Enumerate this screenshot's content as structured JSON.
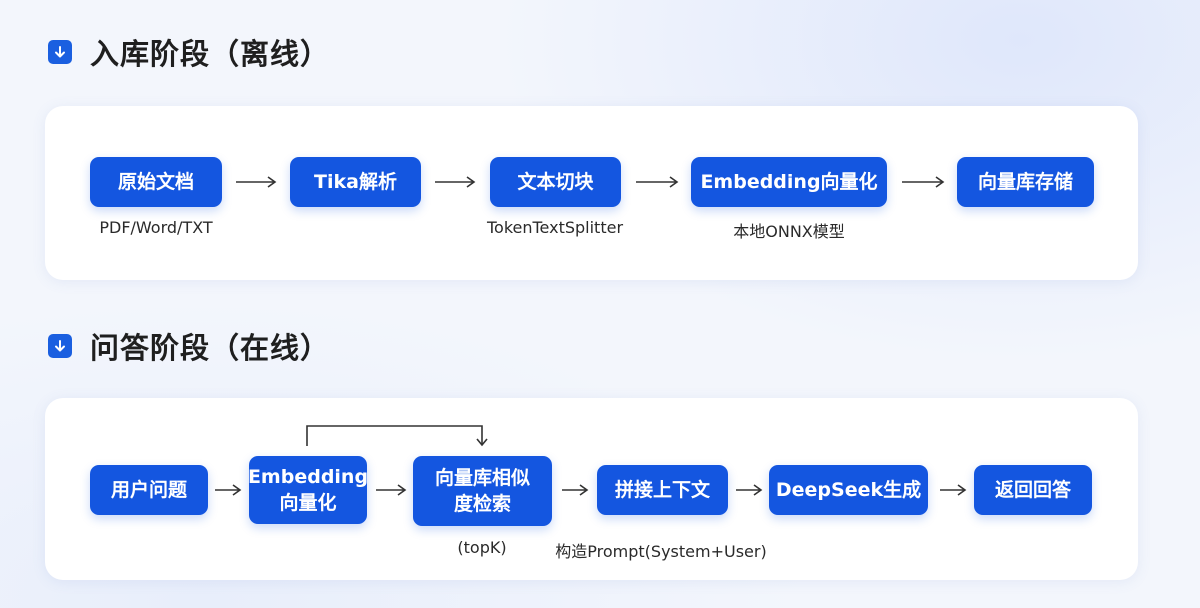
{
  "offline": {
    "title": "入库阶段（离线）",
    "nodes": [
      "原始文档",
      "Tika解析",
      "文本切块",
      "Embedding向量化",
      "向量库存储"
    ],
    "captions": {
      "source": "PDF/Word/TXT",
      "chunk": "TokenTextSplitter",
      "embed": "本地ONNX模型"
    }
  },
  "online": {
    "title": "问答阶段（在线）",
    "nodes": {
      "question": "用户问题",
      "embed_line1": "Embedding",
      "embed_line2": "向量化",
      "search_line1": "向量库相似",
      "search_line2": "度检索",
      "concat": "拼接上下文",
      "generate": "DeepSeek生成",
      "answer": "返回回答"
    },
    "captions": {
      "search": "(topK)",
      "concat": "构造Prompt(System+User)"
    }
  },
  "colors": {
    "accent": "#1456e0",
    "title_text": "#1f1f1f",
    "panel": "#ffffff",
    "arrow": "#333333"
  },
  "icons": {
    "section": "arrow-down-icon"
  }
}
